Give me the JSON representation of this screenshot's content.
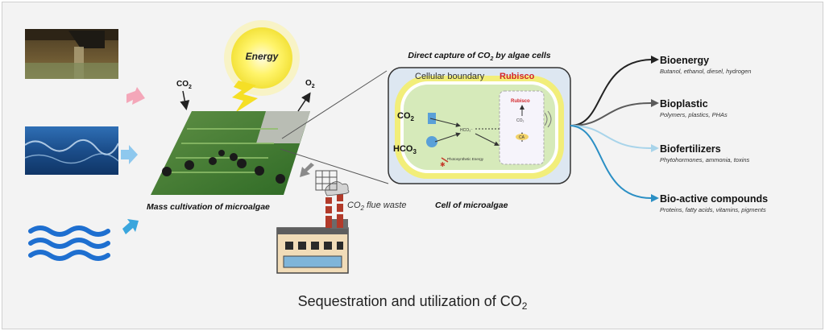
{
  "title": {
    "main": "Sequestration and utilization of CO",
    "sub": "2"
  },
  "energy_label": "Energy",
  "co2_in": {
    "main": "CO",
    "sub": "2"
  },
  "o2_out": {
    "main": "O",
    "sub": "2"
  },
  "mass_cultivation": "Mass cultivation of microalgae",
  "flue_waste": {
    "main": "CO",
    "sub": "2",
    "rest": " flue waste"
  },
  "direct_capture": {
    "pre": "Direct capture of CO",
    "sub": "2",
    "post": " by algae cells"
  },
  "cell": {
    "boundary_label": "Cellular boundary",
    "rubisco_label": "Rubisco",
    "rubisco_inner": "Rubisco",
    "co2_label": {
      "main": "CO",
      "sub": "2"
    },
    "hco3_label": {
      "main": "HCO",
      "sub": "3"
    },
    "energy_note": "Photosynthetic Energy",
    "caption": "Cell of microalgae",
    "co2_small": "CO₂",
    "hco3_small": "HCO₃⁻",
    "ca_label": "CA"
  },
  "products": [
    {
      "name": "Bioenergy",
      "desc": "Butanol, ethanol, diesel, hydrogen",
      "color": "#222222"
    },
    {
      "name": "Bioplastic",
      "desc": "Polymers, plastics, PHAs",
      "color": "#5a5a5a"
    },
    {
      "name": "Biofertilizers",
      "desc": "Phytohormones, ammonia, toxins",
      "color": "#a8d4ea"
    },
    {
      "name": "Bio-active compounds",
      "desc": "Proteins, fatty acids, vitamins, pigments",
      "color": "#2b8fc4"
    }
  ],
  "colors": {
    "pink_arrow": "#f4a7b9",
    "blue_arrow": "#8ec8ee",
    "teal_arrow": "#3aa6dd",
    "gray_arrow": "#8a8a8a",
    "cell_outer": "#dde7f1",
    "cell_wall": "#f2ee7a",
    "cytoplasm": "#d6eaba",
    "wave": "#1e6fd0"
  }
}
